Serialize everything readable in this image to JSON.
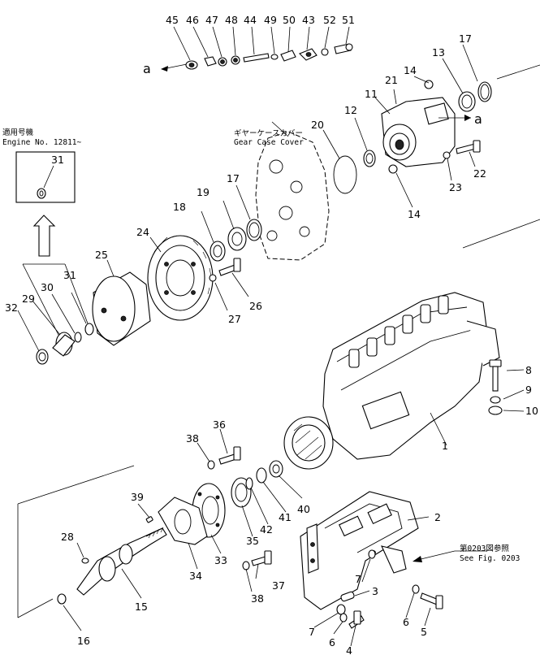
{
  "callouts": [
    {
      "id": "n45",
      "text": "45"
    },
    {
      "id": "n46",
      "text": "46"
    },
    {
      "id": "n47",
      "text": "47"
    },
    {
      "id": "n48",
      "text": "48"
    },
    {
      "id": "n44",
      "text": "44"
    },
    {
      "id": "n49",
      "text": "49"
    },
    {
      "id": "n50",
      "text": "50"
    },
    {
      "id": "n43",
      "text": "43"
    },
    {
      "id": "n52",
      "text": "52"
    },
    {
      "id": "n51",
      "text": "51"
    },
    {
      "id": "n17a",
      "text": "17"
    },
    {
      "id": "n13",
      "text": "13"
    },
    {
      "id": "n14a",
      "text": "14"
    },
    {
      "id": "n21",
      "text": "21"
    },
    {
      "id": "n11",
      "text": "11"
    },
    {
      "id": "n12",
      "text": "12"
    },
    {
      "id": "n20",
      "text": "20"
    },
    {
      "id": "n22",
      "text": "22"
    },
    {
      "id": "n23",
      "text": "23"
    },
    {
      "id": "n14b",
      "text": "14"
    },
    {
      "id": "n31a",
      "text": "31"
    },
    {
      "id": "n24",
      "text": "24"
    },
    {
      "id": "n19",
      "text": "19"
    },
    {
      "id": "n18",
      "text": "18"
    },
    {
      "id": "n17b",
      "text": "17"
    },
    {
      "id": "n25",
      "text": "25"
    },
    {
      "id": "n31b",
      "text": "31"
    },
    {
      "id": "n30",
      "text": "30"
    },
    {
      "id": "n29",
      "text": "29"
    },
    {
      "id": "n32",
      "text": "32"
    },
    {
      "id": "n26",
      "text": "26"
    },
    {
      "id": "n27",
      "text": "27"
    },
    {
      "id": "n8",
      "text": "8"
    },
    {
      "id": "n9",
      "text": "9"
    },
    {
      "id": "n10",
      "text": "10"
    },
    {
      "id": "n1",
      "text": "1"
    },
    {
      "id": "n36",
      "text": "36"
    },
    {
      "id": "n38a",
      "text": "38"
    },
    {
      "id": "n40",
      "text": "40"
    },
    {
      "id": "n41",
      "text": "41"
    },
    {
      "id": "n42",
      "text": "42"
    },
    {
      "id": "n35",
      "text": "35"
    },
    {
      "id": "n39",
      "text": "39"
    },
    {
      "id": "n33",
      "text": "33"
    },
    {
      "id": "n34",
      "text": "34"
    },
    {
      "id": "n28",
      "text": "28"
    },
    {
      "id": "n15",
      "text": "15"
    },
    {
      "id": "n16",
      "text": "16"
    },
    {
      "id": "n37",
      "text": "37"
    },
    {
      "id": "n38b",
      "text": "38"
    },
    {
      "id": "n2",
      "text": "2"
    },
    {
      "id": "n7a",
      "text": "7"
    },
    {
      "id": "n3",
      "text": "3"
    },
    {
      "id": "n6a",
      "text": "6"
    },
    {
      "id": "n7b",
      "text": "7"
    },
    {
      "id": "n6b",
      "text": "6"
    },
    {
      "id": "n4",
      "text": "4"
    },
    {
      "id": "n5",
      "text": "5"
    }
  ],
  "markers": {
    "a_left": "a",
    "a_right": "a"
  },
  "labels": {
    "gear_case_jp": "ギヤーケースカバー",
    "gear_case_en": "Gear Case Cover",
    "applicable_jp": "適用号機",
    "applicable_en": "Engine No. 12811~",
    "see_fig_jp": "第0203図参照",
    "see_fig_en": "See Fig. 0203"
  }
}
